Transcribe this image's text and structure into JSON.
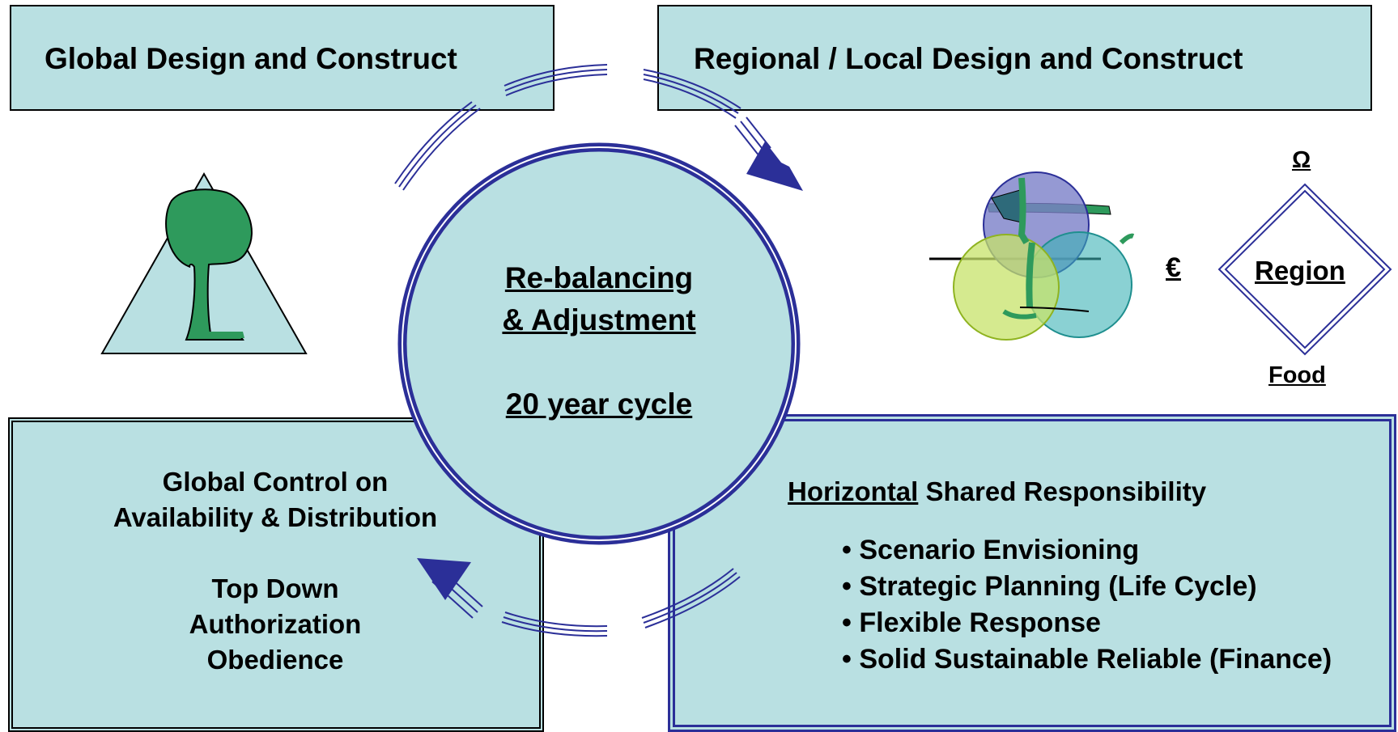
{
  "top_left": {
    "title": "Global Design and Construct"
  },
  "top_right": {
    "title": "Regional / Local  Design and Construct"
  },
  "center": {
    "line1": "Re-balancing",
    "line2": "& Adjustment",
    "line3": "20 year cycle"
  },
  "bottom_left": {
    "line1": "Global Control on",
    "line2": "Availability & Distribution",
    "line3": "Top Down",
    "line4": "Authorization",
    "line5": "Obedience"
  },
  "bottom_right": {
    "heading_underlined": "Horizontal",
    "heading_rest": " Shared Responsibility",
    "bullets": [
      "Scenario Envisioning",
      "Strategic Planning (Life Cycle)",
      "Flexible Response",
      "Solid Sustainable Reliable (Finance)"
    ]
  },
  "region_diagram": {
    "top": "Ω",
    "center": "Region",
    "bottom": "Food",
    "left": "€"
  },
  "colors": {
    "box_fill": "#b9e0e2",
    "circle_border": "#2b2f98",
    "arrow": "#2b2f98",
    "tree_green": "#2e9a5c"
  }
}
